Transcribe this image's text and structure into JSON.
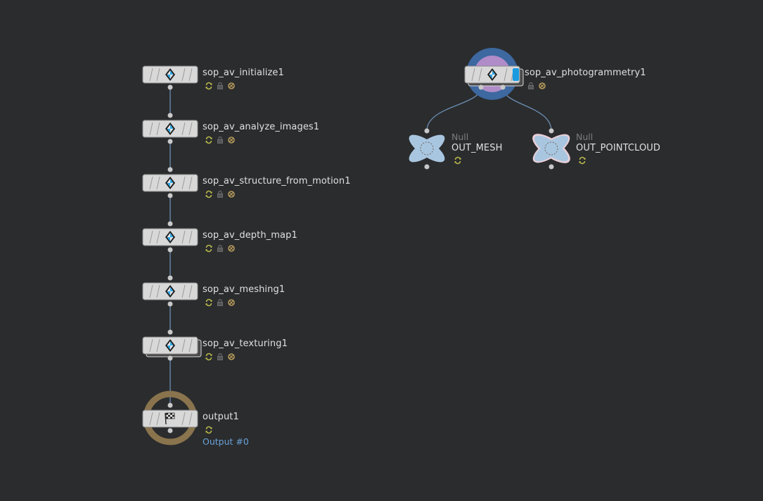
{
  "network": {
    "nodes": [
      {
        "id": "initialize",
        "label": "sop_av_initialize1"
      },
      {
        "id": "analyze",
        "label": "sop_av_analyze_images1"
      },
      {
        "id": "sfm",
        "label": "sop_av_structure_from_motion1"
      },
      {
        "id": "depth",
        "label": "sop_av_depth_map1"
      },
      {
        "id": "meshing",
        "label": "sop_av_meshing1"
      },
      {
        "id": "texturing",
        "label": "sop_av_texturing1"
      },
      {
        "id": "output",
        "label": "output1",
        "sublabel": "Output #0"
      },
      {
        "id": "photogrammetry",
        "label": "sop_av_photogrammetry1"
      },
      {
        "id": "out_mesh",
        "label": "OUT_MESH",
        "type_label": "Null"
      },
      {
        "id": "out_pointcloud",
        "label": "OUT_POINTCLOUD",
        "type_label": "Null"
      }
    ]
  },
  "colors": {
    "background": "#2b2c2e",
    "wire": "#6b8fb3",
    "node_body": "#d8d8d8",
    "output_ring": "#8a744d",
    "display_ring": "#3d68a0",
    "render_ring": "#b08cc8",
    "display_flag": "#1a9be0",
    "null_node": "#a9c6e0",
    "output_label": "#6aa2d8"
  },
  "icons": {
    "node_icon": "alicevision-diamond-icon",
    "output_icon": "checkered-flag-icon",
    "null_icon": "dotted-circle-icon",
    "flags": [
      "sync-icon",
      "lock-icon",
      "bypass-icon"
    ]
  }
}
